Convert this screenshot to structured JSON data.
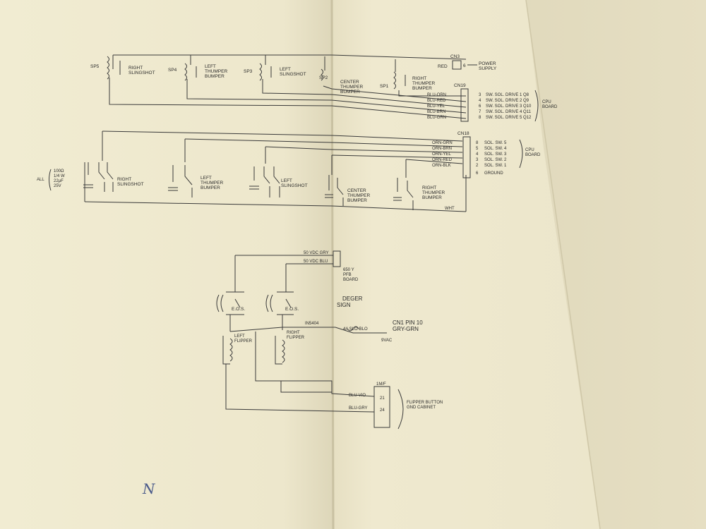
{
  "section1": {
    "coils": [
      {
        "ref": "SP5",
        "label": [
          "RIGHT",
          "SLINGSHOT"
        ]
      },
      {
        "ref": "SP4",
        "label": [
          "LEFT",
          "THUMPER",
          "BUMPER"
        ]
      },
      {
        "ref": "SP3",
        "label": [
          "LEFT",
          "SLINGSHOT"
        ]
      },
      {
        "ref": "SP2",
        "label": [
          "CENTER",
          "THUMPER",
          "BUMPER"
        ]
      },
      {
        "ref": "SP1",
        "label": [
          "RIGHT",
          "THUMPER",
          "BUMPER"
        ]
      }
    ],
    "cn3": {
      "name": "CN3",
      "wire": "RED",
      "pin": "6",
      "desc": [
        "POWER",
        "SUPPLY"
      ]
    },
    "cn19": {
      "name": "CN19",
      "rows": [
        {
          "wire": "BLU-ORN",
          "pin": "3",
          "desc": "SW. SOL. DRIVE 1 Q8"
        },
        {
          "wire": "BLU-RED",
          "pin": "4",
          "desc": "SW. SOL. DRIVE 2 Q9"
        },
        {
          "wire": "BLU-YEL",
          "pin": "6",
          "desc": "SW. SOL. DRIVE 3 Q10"
        },
        {
          "wire": "BLU-BRN",
          "pin": "7",
          "desc": "SW. SOL. DRIVE 4 Q11"
        },
        {
          "wire": "BLU-GRN",
          "pin": "8",
          "desc": "SW. SOL. DRIVE 5 Q12"
        }
      ],
      "board": [
        "CPU",
        "BOARD"
      ]
    }
  },
  "section2": {
    "switches": [
      {
        "label": [
          "RIGHT",
          "SLINGSHOT"
        ]
      },
      {
        "label": [
          "LEFT",
          "THUMPER",
          "BUMPER"
        ]
      },
      {
        "label": [
          "LEFT",
          "SLINGSHOT"
        ]
      },
      {
        "label": [
          "CENTER",
          "THUMPER",
          "BUMPER"
        ]
      },
      {
        "label": [
          "RIGHT",
          "THUMPER",
          "BUMPER"
        ]
      }
    ],
    "all_note": {
      "prefix": "ALL",
      "values": [
        "100Ω",
        "1/4 W",
        "22μF",
        "25V"
      ]
    },
    "cn18": {
      "name": "CN18",
      "rows": [
        {
          "wire": "ORN-GRN",
          "pin": "8",
          "desc": "SOL. SW. 5"
        },
        {
          "wire": "ORN-BRN",
          "pin": "5",
          "desc": "SOL. SW. 4"
        },
        {
          "wire": "ORN-YEL",
          "pin": "4",
          "desc": "SOL. SW. 3"
        },
        {
          "wire": "ORN-RED",
          "pin": "3",
          "desc": "SOL. SW. 2"
        },
        {
          "wire": "ORN-BLK",
          "pin": "2",
          "desc": "SOL. SW. 1"
        }
      ],
      "ground": {
        "pin": "6",
        "desc": "GROUND"
      },
      "board": [
        "CPU",
        "BOARD"
      ],
      "wht": "WHT"
    }
  },
  "section3": {
    "supply1": "50 VDC GRY",
    "supply2": "50 VDC BLU",
    "board_label": [
      "650 Y",
      "PFB",
      "BOARD"
    ],
    "eos_left": "E.O.S.",
    "eos_right": "E.O.S.",
    "left_flipper": [
      "LEFT",
      "FLIPPER"
    ],
    "right_flipper": [
      "RIGHT",
      "FLIPPER"
    ],
    "diode": "IN5404",
    "fuse": "4A SLO-BLO",
    "cn1": [
      "CN1 PIN 10",
      "GRY-GRN"
    ],
    "vac": "9VAC",
    "deger": [
      "DEGER",
      "SIGN"
    ],
    "connector": "1M/F",
    "wires": [
      {
        "name": "BLU-VIO",
        "pin": "21"
      },
      {
        "name": "BLU-GRY",
        "pin": "24"
      }
    ],
    "flipper_button": [
      "FLIPPER BUTTON",
      "GND CABINET"
    ]
  },
  "handwriting": "N"
}
